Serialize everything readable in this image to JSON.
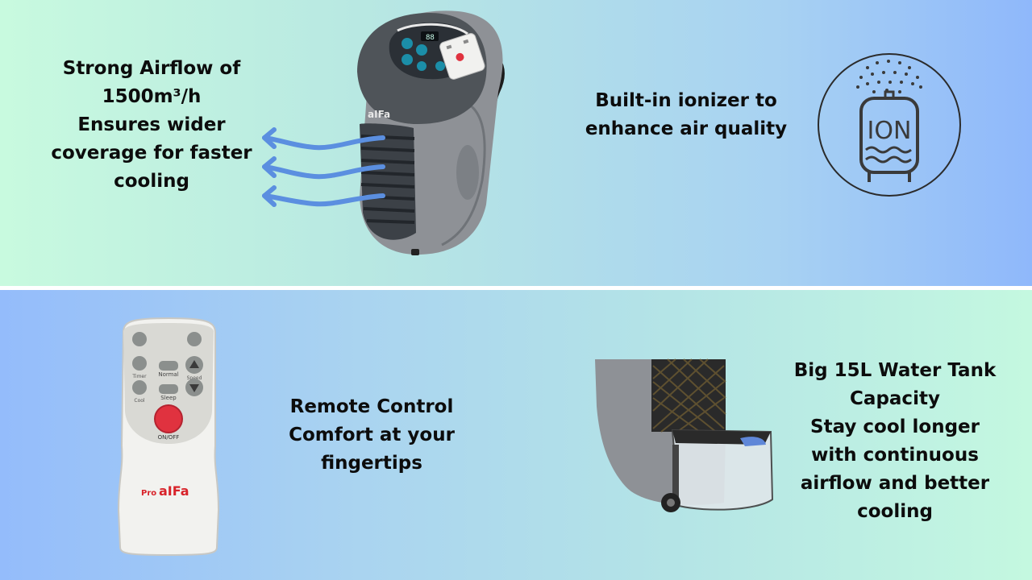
{
  "colors": {
    "top_gradient": [
      "#c8fadf",
      "#8fb8fb"
    ],
    "bottom_gradient": [
      "#94bcfb",
      "#c4f8e0"
    ],
    "arrow": "#5b8fe0",
    "text": "#0c0c0c",
    "remote_button_red": "#e0323f",
    "brand_red": "#d8232a"
  },
  "features": {
    "airflow": {
      "lines": [
        "Strong Airflow of",
        "1500m³/h",
        "Ensures wider",
        "coverage for faster",
        "cooling"
      ]
    },
    "ionizer": {
      "lines": [
        "Built-in ionizer to",
        "enhance air quality"
      ],
      "icon_text": "ION",
      "icon": "ionizer-icon"
    },
    "remote": {
      "lines": [
        "Remote Control",
        "Comfort at your",
        "fingertips"
      ]
    },
    "tank": {
      "lines": [
        "Big 15L Water Tank",
        "Capacity",
        "Stay cool longer",
        "with continuous",
        "airflow and better",
        "cooling"
      ]
    }
  },
  "remote": {
    "btn_normal": "Normal",
    "btn_sleep": "Sleep",
    "btn_onoff": "ON/OFF",
    "btn_timer": "Timer",
    "btn_cool": "Cool",
    "btn_speed": "Speed",
    "brand_pre": "Pro",
    "brand": "aIFa"
  },
  "cooler": {
    "brand": "aIFa",
    "display": "88"
  }
}
